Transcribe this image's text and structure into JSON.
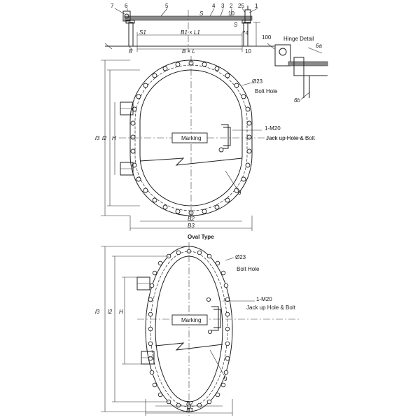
{
  "top_view": {
    "callouts": [
      "7",
      "6",
      "5",
      "S",
      "4",
      "3",
      "2",
      "25",
      "1",
      "10",
      "74",
      "S1",
      "B1 × L1",
      "100",
      "S",
      "8",
      "B × L",
      "10"
    ]
  },
  "hinge_detail": {
    "title": "Hinge Detail",
    "labels": [
      "6a",
      "6b"
    ]
  },
  "upper_hatch": {
    "bolt_hole_size": "Ø23",
    "bolt_hole_label": "Bolt Hole",
    "jack_size": "1-M20",
    "jack_label": "Jack up Hole & Bolt",
    "marking": "Marking",
    "item_9": "9",
    "dims": {
      "l3": "l3",
      "l2": "l2",
      "h": "H",
      "b2": "B2",
      "b3": "B3"
    }
  },
  "oval": {
    "title": "Oval Type",
    "bolt_hole_size": "Ø23",
    "bolt_hole_label": "Bolt Hole",
    "jack_size": "1-M20",
    "jack_label": "Jack up Hole & Bolt",
    "marking": "Marking",
    "item_9": "9",
    "dims": {
      "l3": "l3",
      "l2": "l2",
      "h": "H",
      "b2": "B2",
      "b3": "B3"
    }
  }
}
